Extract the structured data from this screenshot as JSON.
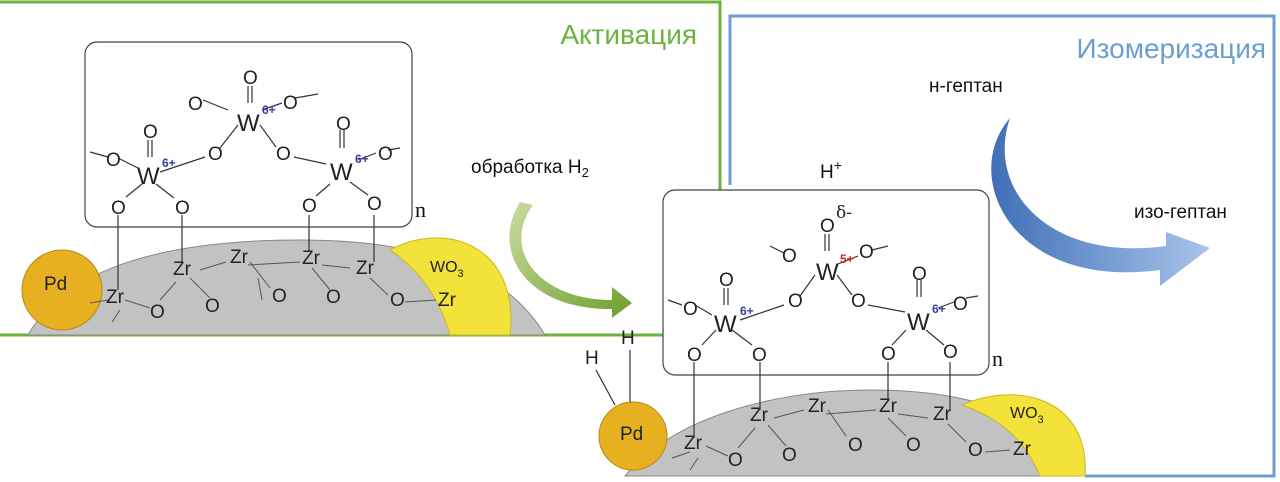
{
  "activation_panel": {
    "title": "Активация",
    "frame_color": "#6db33f",
    "cluster_repeat": "n",
    "treatment_label": "обработка H",
    "treatment_subscript": "2",
    "pd_label": "Pd",
    "wo3_label": "WO",
    "wo3_subscript": "3"
  },
  "isomerization_panel": {
    "title": "Изомеризация",
    "frame_color": "#6a9fd0",
    "reactant": "н-гептан",
    "product": "изо-гептан",
    "proton_label": "H",
    "proton_charge": "+",
    "delta_label": "δ-",
    "cluster_repeat": "n",
    "pd_label": "Pd",
    "wo3_label": "WO",
    "wo3_subscript": "3",
    "hydrogen_label": "H"
  },
  "atoms": {
    "tungsten": "W",
    "oxygen": "O",
    "zirconium": "Zr",
    "oxidation_w6": "6+",
    "oxidation_w5": "5+"
  },
  "colors": {
    "support": "#c2c2c2",
    "pd": "#e6b020",
    "wo3": "#f2e23a",
    "green_arrow": "#7aa83a",
    "blue_arrow": "#5b86c8"
  }
}
